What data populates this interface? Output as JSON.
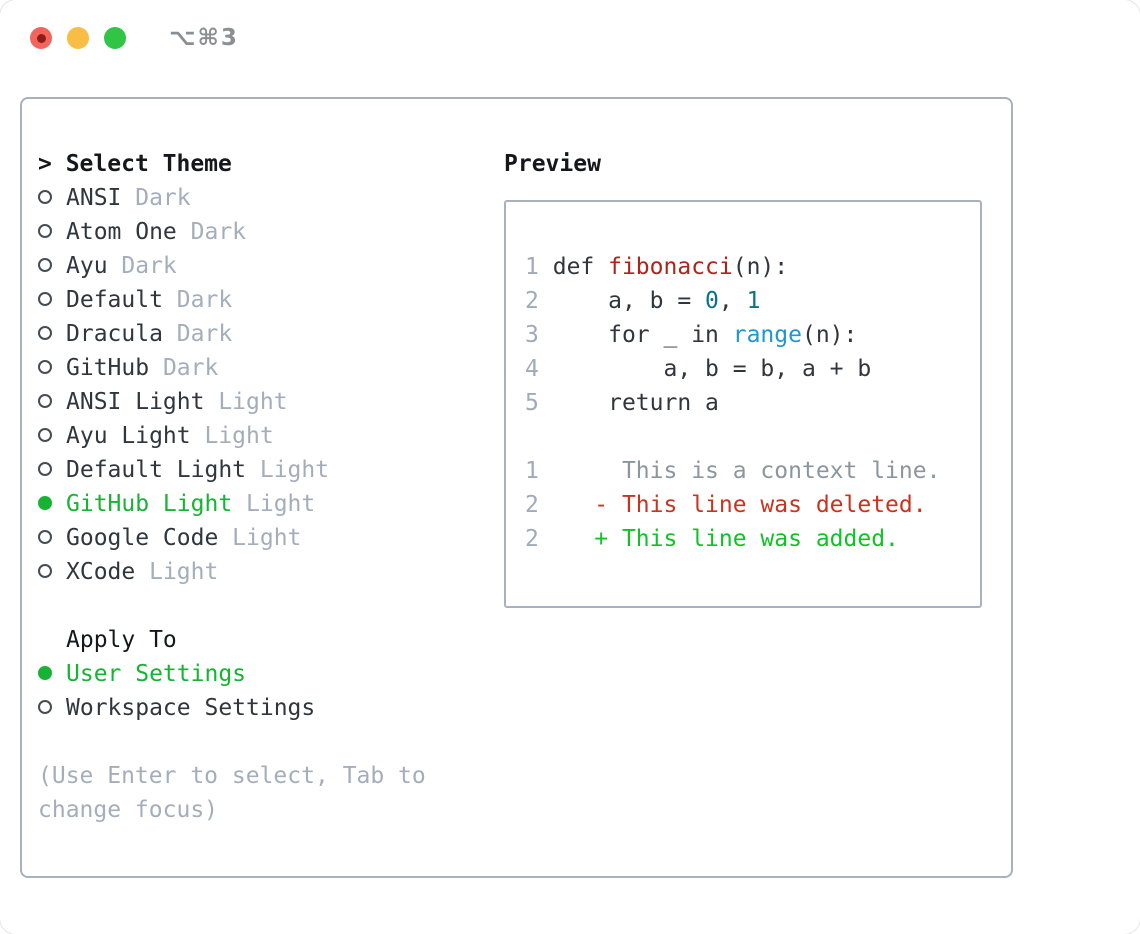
{
  "titlebar": {
    "title": "⌥⌘3"
  },
  "colors": {
    "fg": "#2f363d",
    "header": "#14181d",
    "muted": "#a4aebb",
    "selected": "#17b334",
    "circle": "#454c54",
    "border": "#a9b2bc",
    "lnum": "#9fabb8",
    "func": "#ae2418",
    "num": "#0a7383",
    "call": "#1e96d1",
    "ctx": "#8d959d",
    "del": "#c9331f",
    "add": "#0fc325",
    "title_fg": "#8a8f94",
    "light_red": "#f2655c",
    "light_red_dot": "#8e1d18",
    "light_yellow": "#f7bd45",
    "light_green": "#31c546"
  },
  "theme_picker": {
    "header_prefix": ">",
    "header": "Select Theme",
    "items": [
      {
        "name": "ANSI",
        "tag": "Dark",
        "selected": false
      },
      {
        "name": "Atom One",
        "tag": "Dark",
        "selected": false
      },
      {
        "name": "Ayu",
        "tag": "Dark",
        "selected": false
      },
      {
        "name": "Default",
        "tag": "Dark",
        "selected": false
      },
      {
        "name": "Dracula",
        "tag": "Dark",
        "selected": false
      },
      {
        "name": "GitHub",
        "tag": "Dark",
        "selected": false
      },
      {
        "name": "ANSI Light",
        "tag": "Light",
        "selected": false
      },
      {
        "name": "Ayu Light",
        "tag": "Light",
        "selected": false
      },
      {
        "name": "Default Light",
        "tag": "Light",
        "selected": false
      },
      {
        "name": "GitHub Light",
        "tag": "Light",
        "selected": true
      },
      {
        "name": "Google Code",
        "tag": "Light",
        "selected": false
      },
      {
        "name": "XCode",
        "tag": "Light",
        "selected": false
      }
    ],
    "apply_to": {
      "header": "Apply To",
      "options": [
        {
          "name": "User Settings",
          "selected": true
        },
        {
          "name": "Workspace Settings",
          "selected": false
        }
      ]
    },
    "hint": "(Use Enter to select, Tab to change focus)"
  },
  "preview": {
    "header": "Preview",
    "lines": [
      {
        "num": "1",
        "tokens": [
          {
            "c": "fg",
            "t": "def "
          },
          {
            "c": "func",
            "t": "fibonacci"
          },
          {
            "c": "fg",
            "t": "(n):"
          }
        ]
      },
      {
        "num": "2",
        "tokens": [
          {
            "c": "fg",
            "t": "    a, b = "
          },
          {
            "c": "num",
            "t": "0"
          },
          {
            "c": "fg",
            "t": ", "
          },
          {
            "c": "num",
            "t": "1"
          }
        ]
      },
      {
        "num": "3",
        "tokens": [
          {
            "c": "fg",
            "t": "    for _ in "
          },
          {
            "c": "call",
            "t": "range"
          },
          {
            "c": "fg",
            "t": "(n):"
          }
        ]
      },
      {
        "num": "4",
        "tokens": [
          {
            "c": "fg",
            "t": "        a, b = b, a + b"
          }
        ]
      },
      {
        "num": "5",
        "tokens": [
          {
            "c": "fg",
            "t": "    return a"
          }
        ]
      },
      {
        "num": "",
        "tokens": []
      },
      {
        "num": "1",
        "tokens": [
          {
            "c": "ctx",
            "t": "     This is a context line."
          }
        ]
      },
      {
        "num": "2",
        "tokens": [
          {
            "c": "del",
            "t": "   - This line was deleted."
          }
        ]
      },
      {
        "num": "2",
        "tokens": [
          {
            "c": "add",
            "t": "   + This line was added."
          }
        ]
      }
    ]
  }
}
